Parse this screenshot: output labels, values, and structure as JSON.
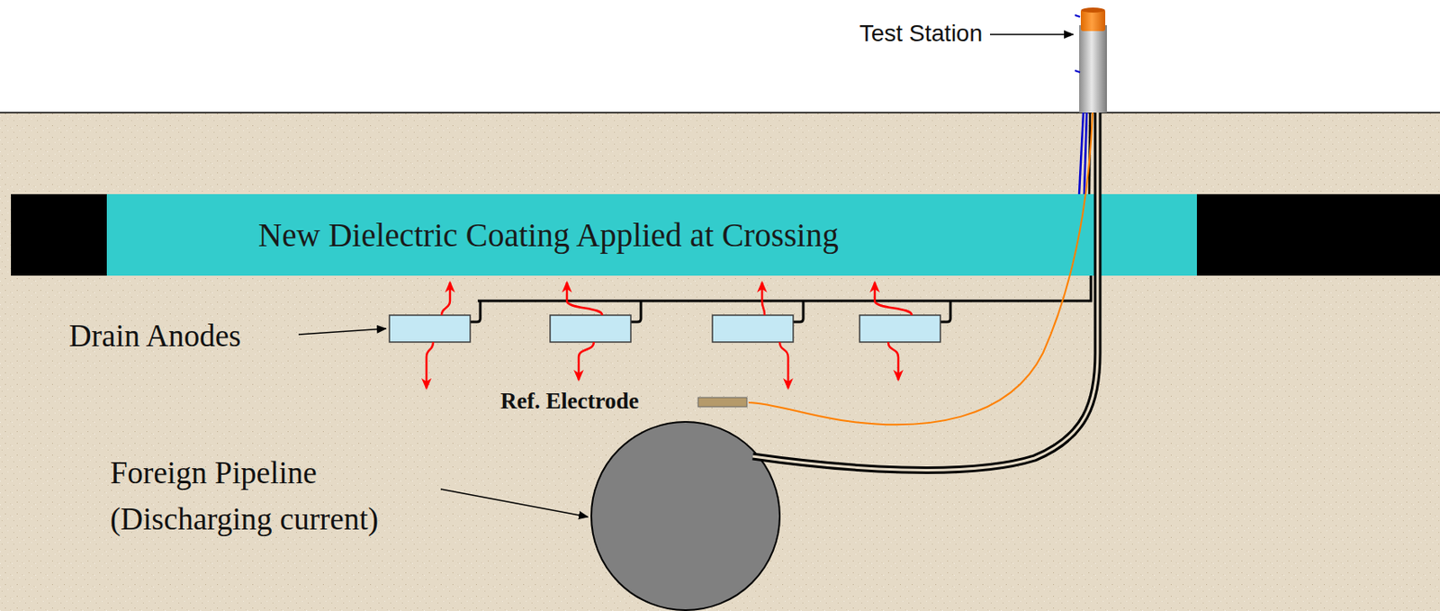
{
  "diagram": {
    "nodes": [
      {
        "text": [
          "New Dielectric Coating Applied at Crossing"
        ]
      }
    ],
    "labels": [
      "Test Station",
      "Drain Anodes",
      "Ref. Electrode",
      "Foreign Pipeline (Discharging current)"
    ]
  }
}
